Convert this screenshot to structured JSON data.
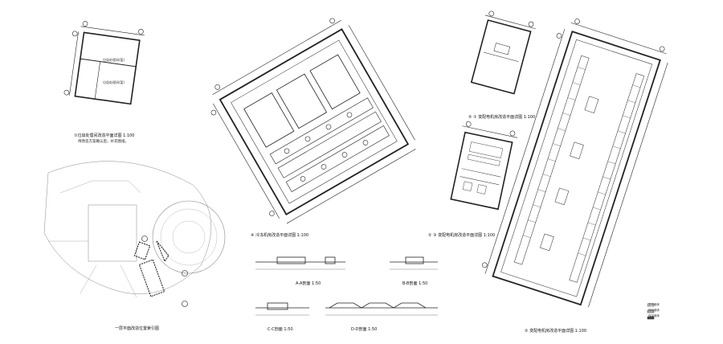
{
  "titles": {
    "garbage_plan": "①垃圾处理间改造平面详图 1:100",
    "garbage_note": "待改造方案确认后，补充图纸。",
    "index_plan": "一层平面改造位置索引图",
    "chiller_plan": "④ 冷冻机房改造平面详图 1:100",
    "substation_plan_a": "⑤ ① 变配电机房改造平面详图 1:100",
    "substation_plan_b": "② ③ 变配电机房改造平面详图 1:100",
    "substation_plan_c": "② 变配电机房改造平面详图 1:100",
    "section_aa": "A-A剖面",
    "section_bb": "B-B剖面",
    "section_cc": "C-C剖面",
    "section_dd": "D-D剖面"
  },
  "scales": {
    "section_aa": "1:50",
    "section_bb": "1:50",
    "section_cc": "1:50",
    "section_dd": "1:50"
  },
  "room_labels": {
    "garbage_room_1": "垃圾处理间(暂)",
    "garbage_room_2": "垃圾处理间(暂)"
  },
  "legend": [
    {
      "label": "新砌墙体",
      "color": "#ffffff"
    },
    {
      "label": "拆除墙体",
      "color": "#bbbbbb"
    },
    {
      "label": "保留墙体",
      "color": "#444444"
    }
  ]
}
